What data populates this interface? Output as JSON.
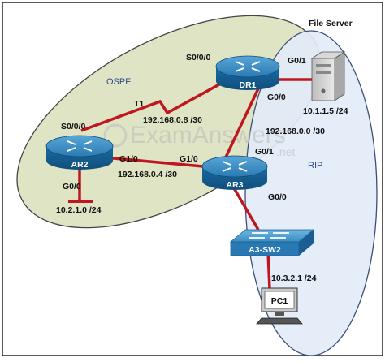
{
  "areas": {
    "ospf": "OSPF",
    "rip": "RIP"
  },
  "devices": {
    "dr1": "DR1",
    "ar2": "AR2",
    "ar3": "AR3",
    "switch": "A3-SW2",
    "pc": "PC1",
    "file_server": "File Server"
  },
  "interfaces": {
    "dr1_s0": "S0/0/0",
    "dr1_g01": "G0/1",
    "dr1_g00": "G0/0",
    "ar2_s0": "S0/0/0",
    "ar2_g10": "G1/0",
    "ar2_g00": "G0/0",
    "ar3_g10": "G1/0",
    "ar3_g01": "G0/1",
    "ar3_g00": "G0/0",
    "t1": "T1"
  },
  "networks": {
    "serial_link": "192.168.0.8 /30",
    "dr1_ar3": "192.168.0.0 /30",
    "ar2_ar3": "192.168.0.4 /30",
    "ar2_lan": "10.2.1.0 /24",
    "server_ip": "10.1.1.5 /24",
    "pc_ip": "10.3.2.1 /24"
  },
  "watermark": {
    "main": "ExamAnswers",
    "suffix": ".net"
  },
  "colors": {
    "link": "#c0161f",
    "router": "#1c6fa3",
    "ospf_fill": "#dfe4c4",
    "rip_fill": "#e2ecf7"
  }
}
